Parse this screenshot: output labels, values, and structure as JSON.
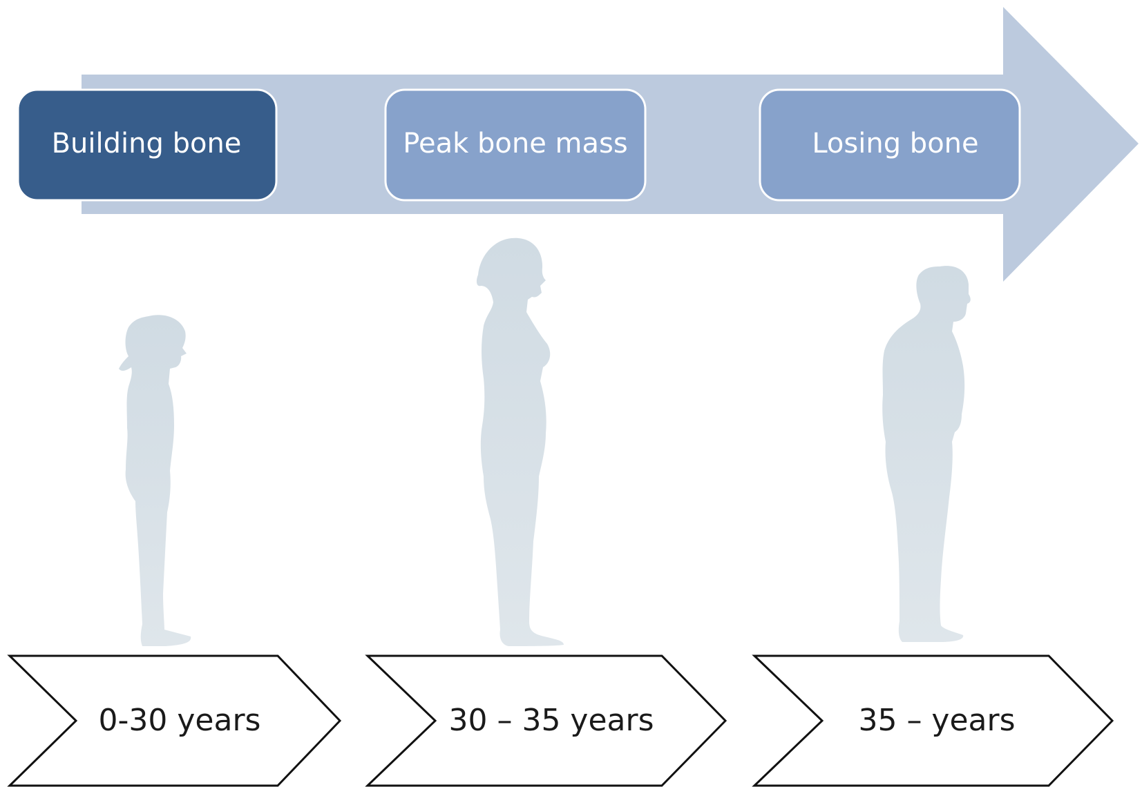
{
  "stages": [
    {
      "phase_label": "Building bone",
      "age_label": "0-30 years",
      "figure": "child-silhouette"
    },
    {
      "phase_label": "Peak bone mass",
      "age_label": "30 – 35 years",
      "figure": "adult-woman-silhouette"
    },
    {
      "phase_label": "Losing bone",
      "age_label": "35 – years",
      "figure": "older-stooped-silhouette"
    }
  ],
  "colors": {
    "arrow": "#bccade",
    "box_dark": "#375d8b",
    "box_light": "#87a2cb",
    "silhouette": "#d2dce4",
    "chevron_stroke": "#111111",
    "box_text": "#ffffff",
    "age_text": "#1a1a1a"
  }
}
